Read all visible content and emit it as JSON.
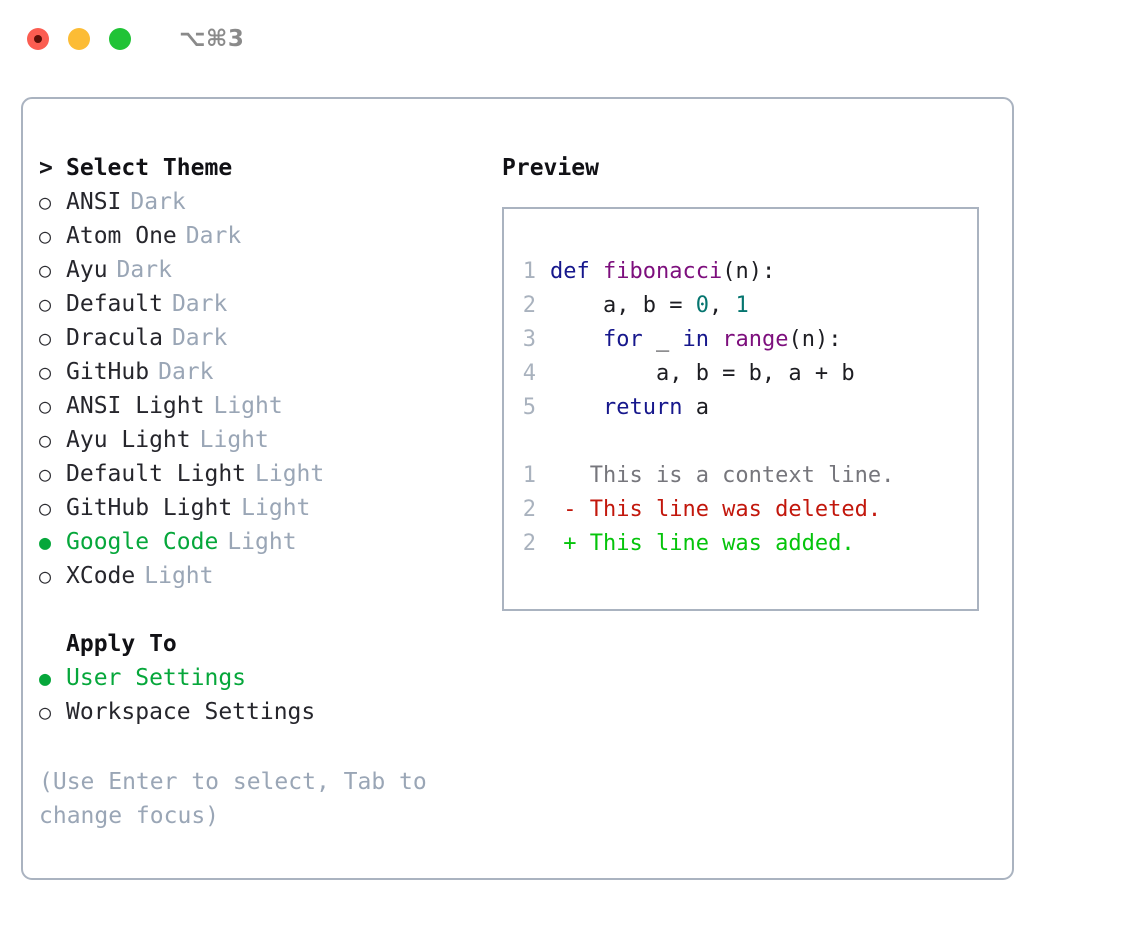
{
  "window": {
    "shortcut": "⌥⌘3",
    "traffic_lights": [
      {
        "name": "close",
        "color": "#fb5d51"
      },
      {
        "name": "minimize",
        "color": "#fcbc35"
      },
      {
        "name": "maximize",
        "color": "#20c336"
      }
    ]
  },
  "theme_picker": {
    "header_marker": ">",
    "header_label": "Select Theme",
    "marker_unselected": "○",
    "marker_selected": "●",
    "items": [
      {
        "label": "ANSI",
        "tag": "Dark",
        "selected": false
      },
      {
        "label": "Atom One",
        "tag": "Dark",
        "selected": false
      },
      {
        "label": "Ayu",
        "tag": "Dark",
        "selected": false
      },
      {
        "label": "Default",
        "tag": "Dark",
        "selected": false
      },
      {
        "label": "Dracula",
        "tag": "Dark",
        "selected": false
      },
      {
        "label": "GitHub",
        "tag": "Dark",
        "selected": false
      },
      {
        "label": "ANSI Light",
        "tag": "Light",
        "selected": false
      },
      {
        "label": "Ayu Light",
        "tag": "Light",
        "selected": false
      },
      {
        "label": "Default Light",
        "tag": "Light",
        "selected": false
      },
      {
        "label": "GitHub Light",
        "tag": "Light",
        "selected": false
      },
      {
        "label": "Google Code",
        "tag": "Light",
        "selected": true
      },
      {
        "label": "XCode",
        "tag": "Light",
        "selected": false
      }
    ]
  },
  "apply_to": {
    "header_label": "Apply To",
    "items": [
      {
        "label": "User Settings",
        "selected": true
      },
      {
        "label": "Workspace Settings",
        "selected": false
      }
    ]
  },
  "hint": {
    "line1": "(Use Enter to select, Tab to",
    "line2": "change focus)"
  },
  "preview": {
    "label": "Preview",
    "code_lines": [
      {
        "number": "1",
        "tokens": [
          {
            "text": "def ",
            "kind": "kw"
          },
          {
            "text": "fibonacci",
            "kind": "fn"
          },
          {
            "text": "(n):",
            "kind": "punct"
          }
        ]
      },
      {
        "number": "2",
        "tokens": [
          {
            "text": "    a, b = ",
            "kind": "txt"
          },
          {
            "text": "0",
            "kind": "num"
          },
          {
            "text": ", ",
            "kind": "txt"
          },
          {
            "text": "1",
            "kind": "num"
          }
        ]
      },
      {
        "number": "3",
        "tokens": [
          {
            "text": "    for",
            "kind": "kw"
          },
          {
            "text": " _ ",
            "kind": "txt"
          },
          {
            "text": "in",
            "kind": "kw"
          },
          {
            "text": " ",
            "kind": "txt"
          },
          {
            "text": "range",
            "kind": "fn"
          },
          {
            "text": "(n):",
            "kind": "punct"
          }
        ]
      },
      {
        "number": "4",
        "tokens": [
          {
            "text": "        a, b = b, a + b",
            "kind": "txt"
          }
        ]
      },
      {
        "number": "5",
        "tokens": [
          {
            "text": "    return",
            "kind": "kw"
          },
          {
            "text": " a",
            "kind": "txt"
          }
        ]
      }
    ],
    "diff_lines": [
      {
        "number": "1",
        "sign": " ",
        "text": "This is a context line.",
        "kind": "ctx"
      },
      {
        "number": "2",
        "sign": "-",
        "text": "This line was deleted.",
        "kind": "del"
      },
      {
        "number": "2",
        "sign": "+",
        "text": "This line was added.",
        "kind": "add"
      }
    ]
  },
  "colors": {
    "accent_green": "#06a73b",
    "muted": "#9aa6b6",
    "border": "#aab3c0",
    "keyword": "#16178c",
    "function": "#7d0f7d",
    "number": "#05756f",
    "diff_context": "#76767c",
    "diff_deleted": "#c2170c",
    "diff_added": "#05c40b"
  }
}
